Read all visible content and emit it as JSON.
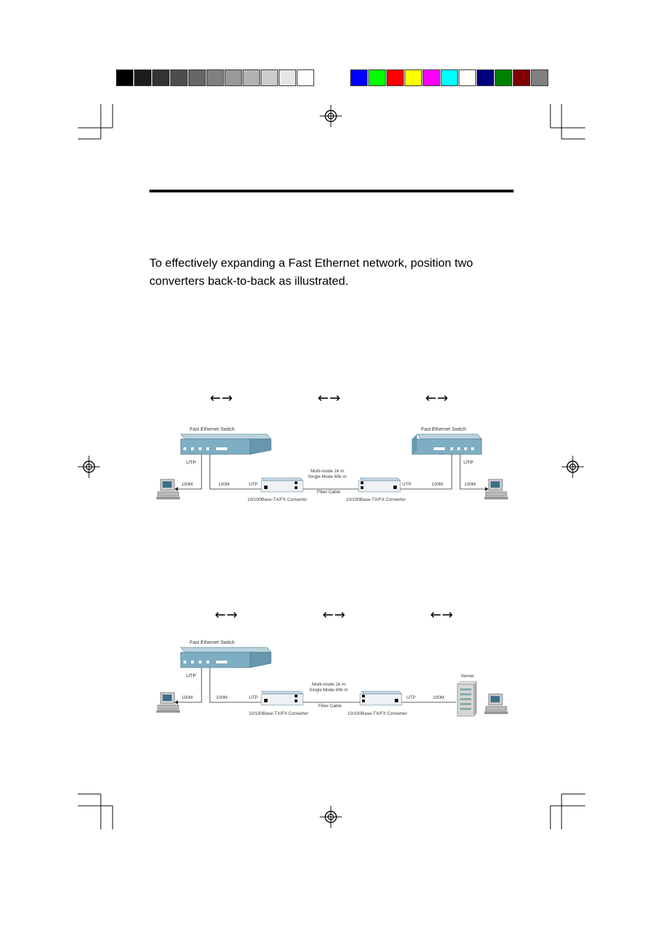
{
  "color_bar": {
    "grays": [
      "#000000",
      "#1c1c1c",
      "#333333",
      "#4d4d4d",
      "#666666",
      "#808080",
      "#999999",
      "#b3b3b3",
      "#cccccc",
      "#e6e6e6",
      "#ffffff"
    ],
    "colors": [
      "#0000ff",
      "#00ff00",
      "#ff0000",
      "#ffff00",
      "#ff00ff",
      "#00ffff",
      "#ffffff",
      "#000080",
      "#008000",
      "#800000",
      "#808080"
    ]
  },
  "intro_text": "To effectively expanding a Fast Ethernet network, position two converters back-to-back as illustrated.",
  "arrow_glyph": "←→",
  "diagram1": {
    "switch_left_label": "Fast Ethernet Switch",
    "switch_right_label": "Fast Ethernet Switch",
    "utp_left": "UTP",
    "utp_right": "UTP",
    "pc_left_speed": "100M",
    "switch_left_speed": "100M",
    "conv_left_utp": "UTP",
    "fiber_mode_1": "Multi-mode 2k m",
    "fiber_mode_2": "Single Mode 60k m",
    "fiber_label": "Fiber Cable",
    "conv_right_utp": "UTP",
    "switch_right_speed": "100M",
    "pc_right_speed": "100M",
    "conv_left_label": "10/100Base-TX/FX Converter",
    "conv_right_label": "10/100Base-TX/FX Converter"
  },
  "diagram2": {
    "switch_label": "Fast Ethernet Switch",
    "utp_left": "UTP",
    "pc_left_speed": "100M",
    "switch_speed": "100M",
    "conv_left_utp": "UTP",
    "fiber_mode_1": "Multi-mode 2k m",
    "fiber_mode_2": "Single Mode 60k m",
    "fiber_label": "Fiber Cable",
    "conv_right_utp": "UTP",
    "server_speed": "100M",
    "server_label": "Server",
    "conv_left_label": "10/100Base-TX/FX Converter",
    "conv_right_label": "10/100Base-TX/FX Converter"
  }
}
